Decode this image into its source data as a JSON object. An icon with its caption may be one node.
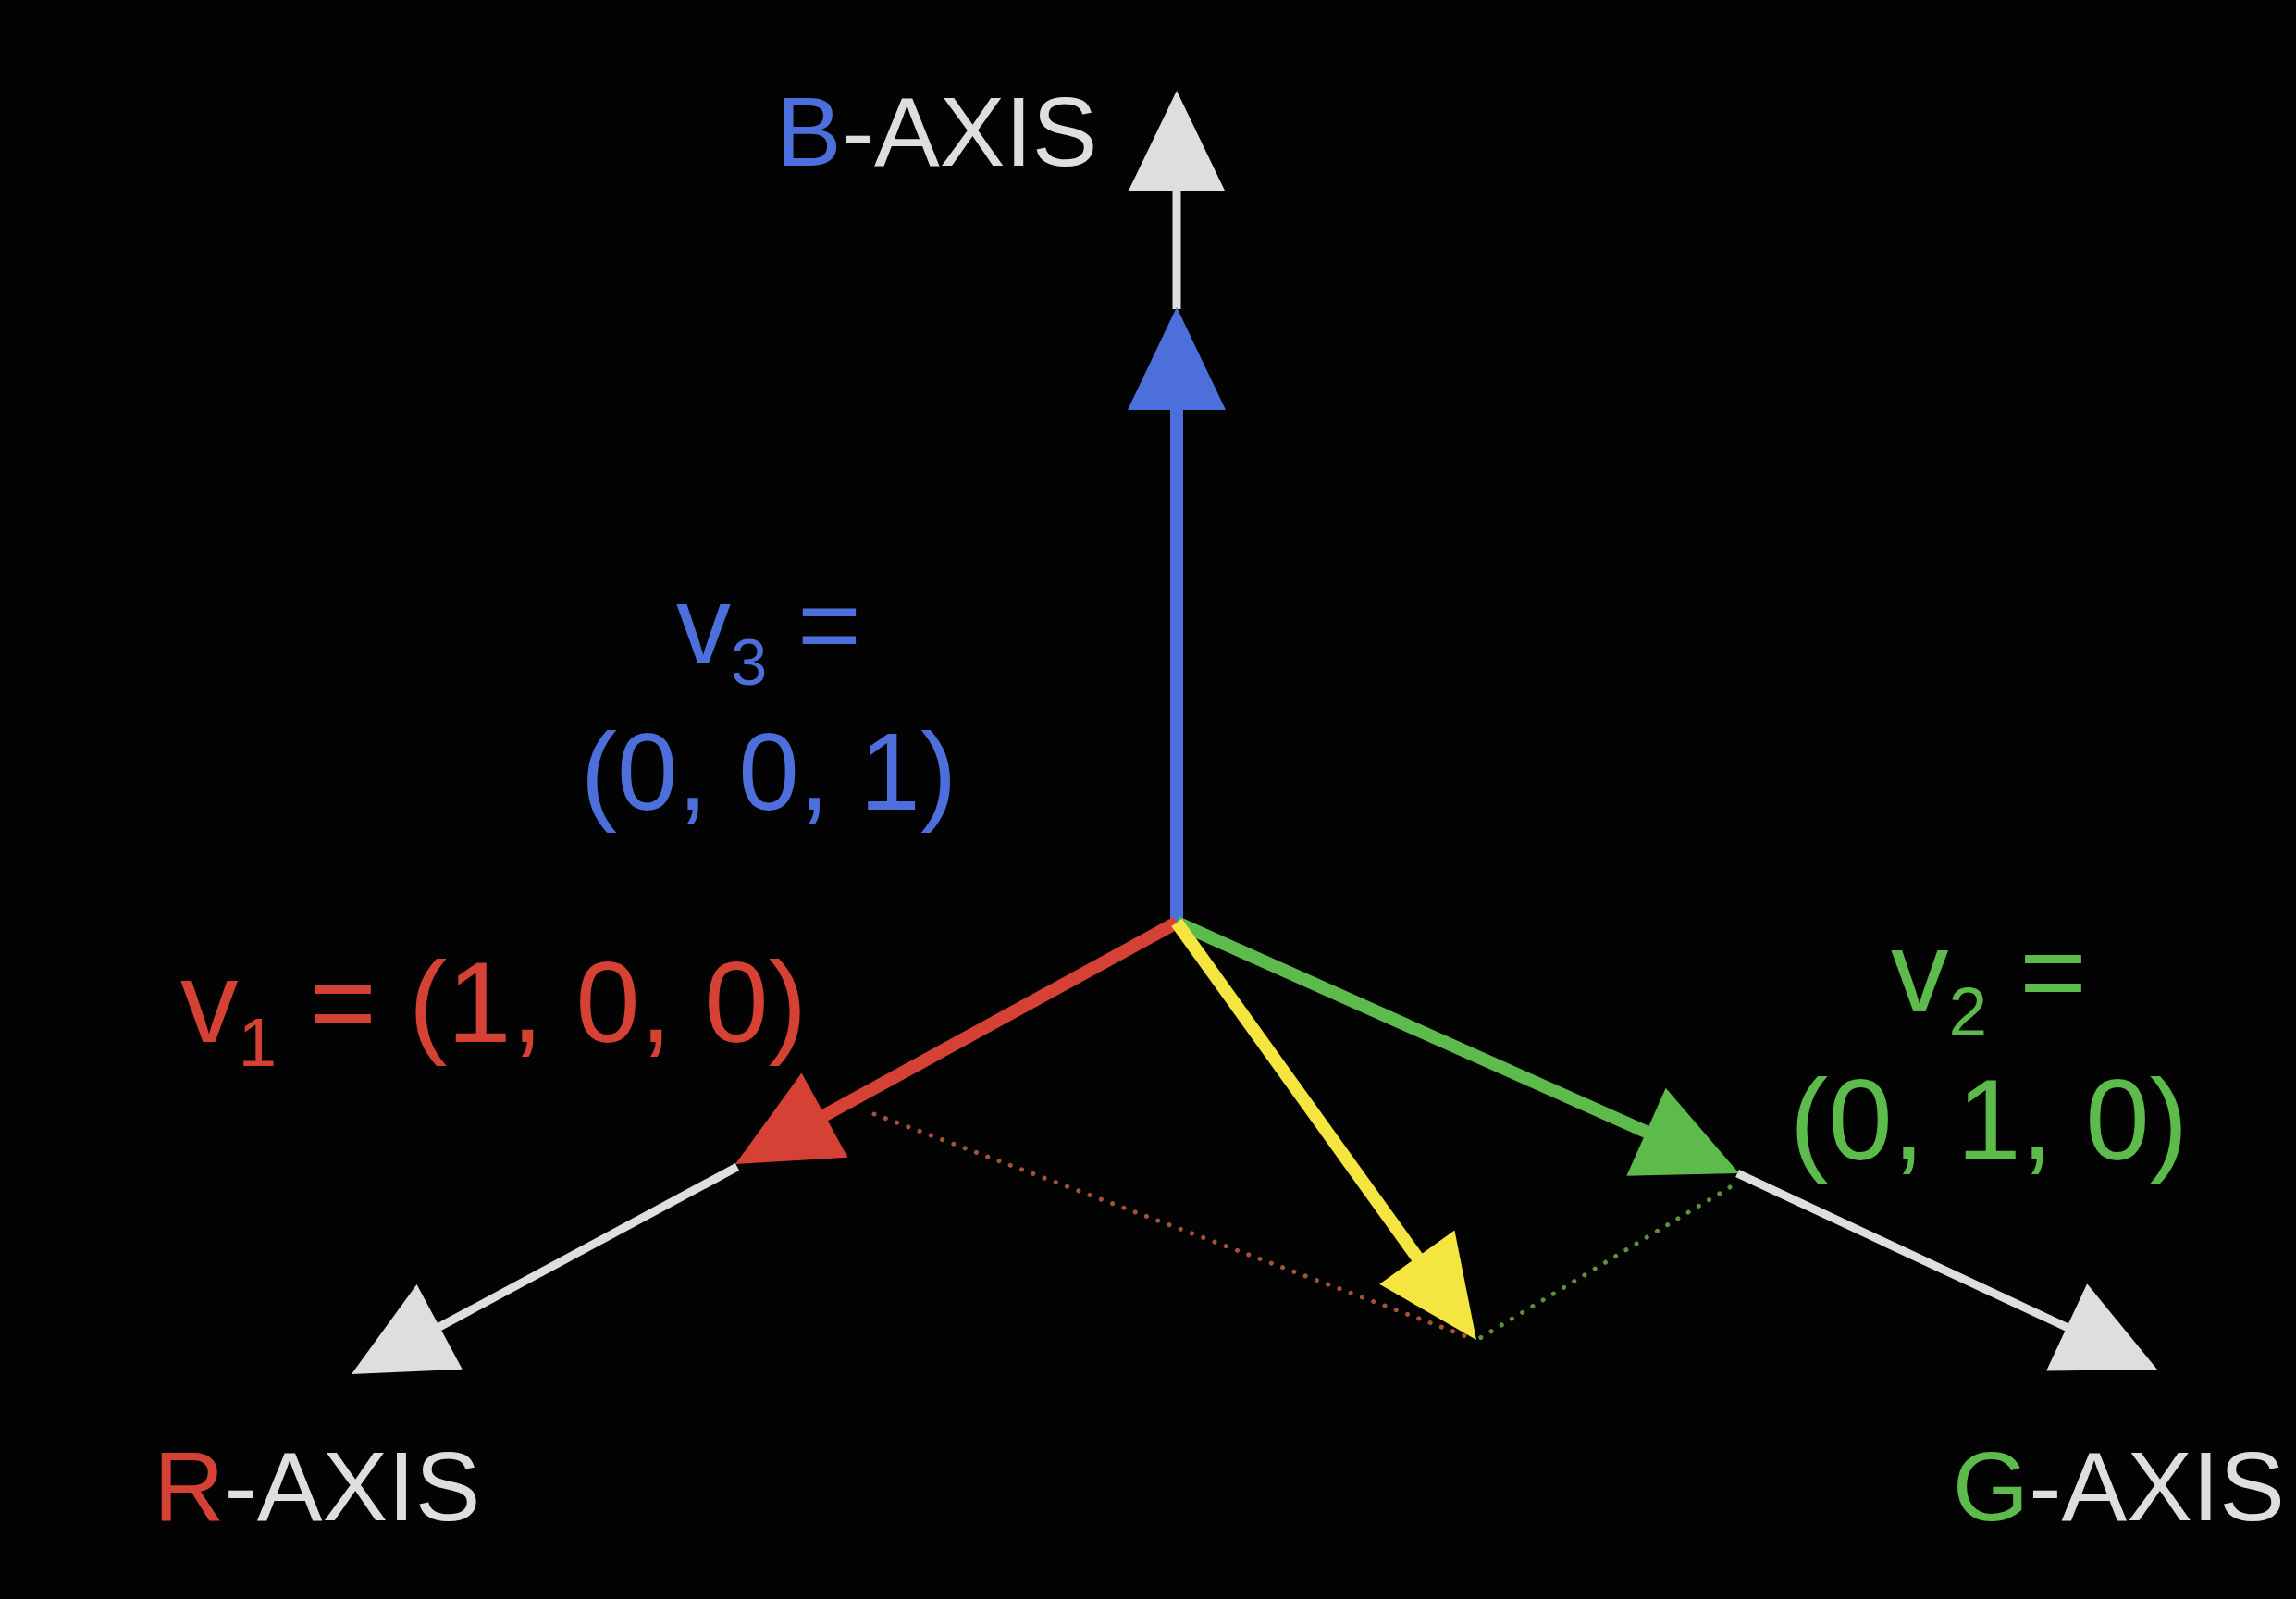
{
  "diagram": {
    "labels": [
      "B-AXIS",
      "v$_{3}$ = (0, 0, 1)",
      "v$_{1}$ = (1, 0, 0)",
      "v$_{2}$ = (0, 1, 0)",
      "R-AXIS",
      "G-AXIS"
    ]
  }
}
